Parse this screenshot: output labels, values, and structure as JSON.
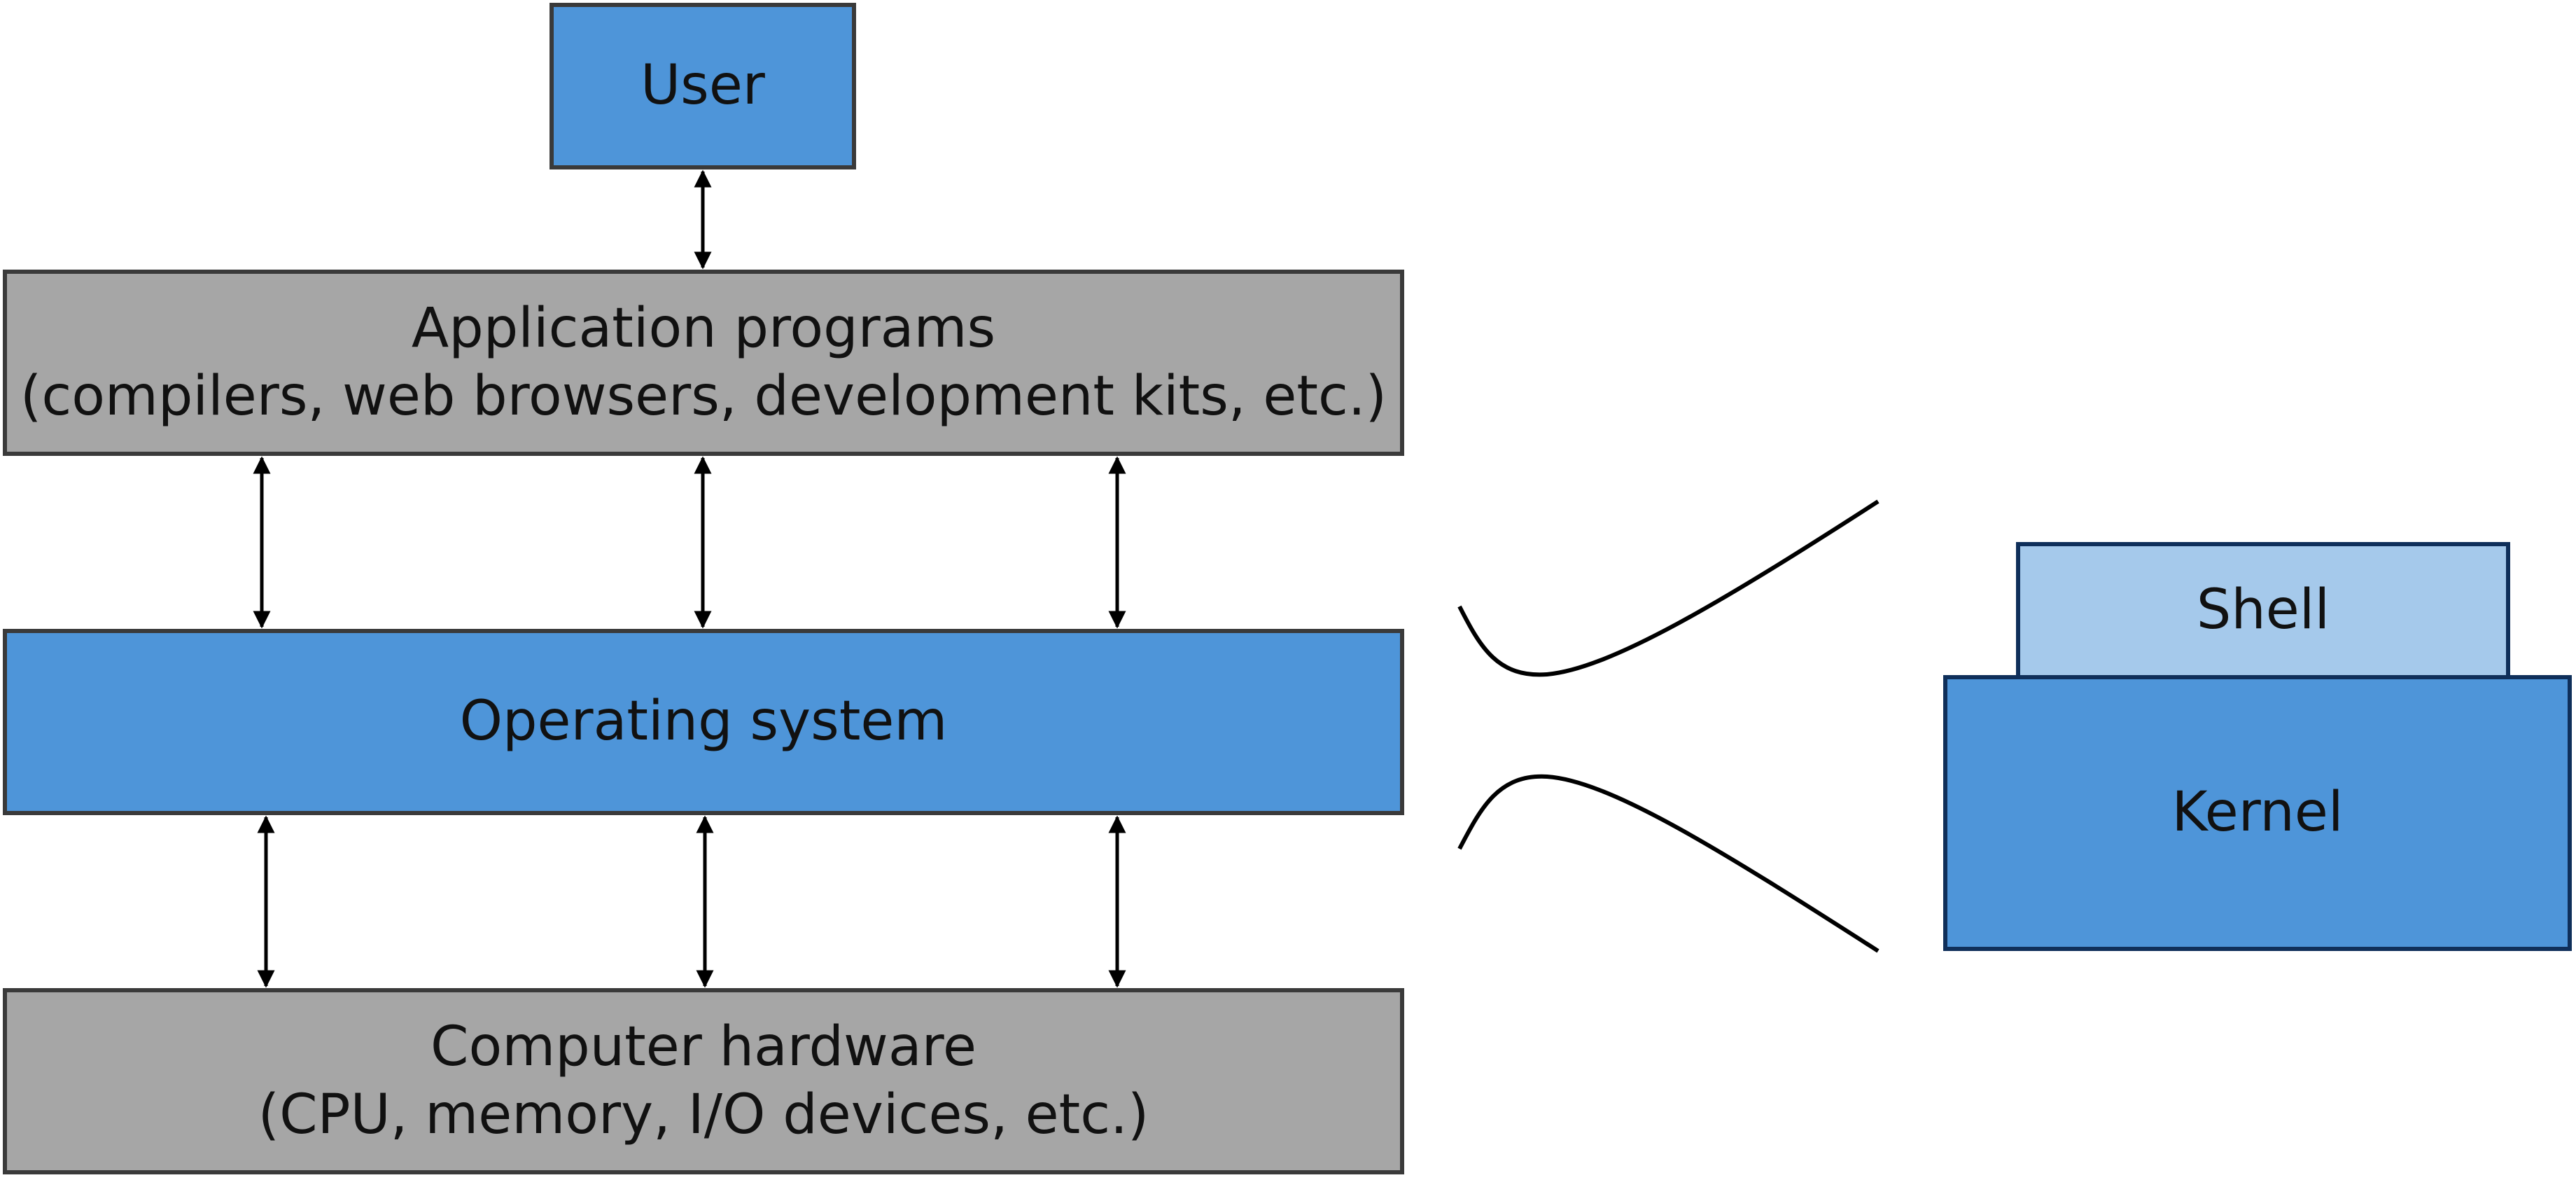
{
  "diagram": {
    "user": {
      "label": "User"
    },
    "application_programs": {
      "title": "Application programs",
      "subtitle": "(compilers, web browsers, development kits, etc.)"
    },
    "operating_system": {
      "label": "Operating system"
    },
    "computer_hardware": {
      "title": "Computer hardware",
      "subtitle": "(CPU, memory, I/O devices, etc.)"
    },
    "zoom_detail": {
      "shell": {
        "label": "Shell"
      },
      "kernel": {
        "label": "Kernel"
      }
    }
  },
  "colors": {
    "box_blue": "#4e95d9",
    "box_gray": "#a6a6a6",
    "box_light_blue": "#a5c9eb",
    "border_dark": "#3a3a3a",
    "border_navy": "#0f2f5a",
    "arrow": "#000000"
  }
}
